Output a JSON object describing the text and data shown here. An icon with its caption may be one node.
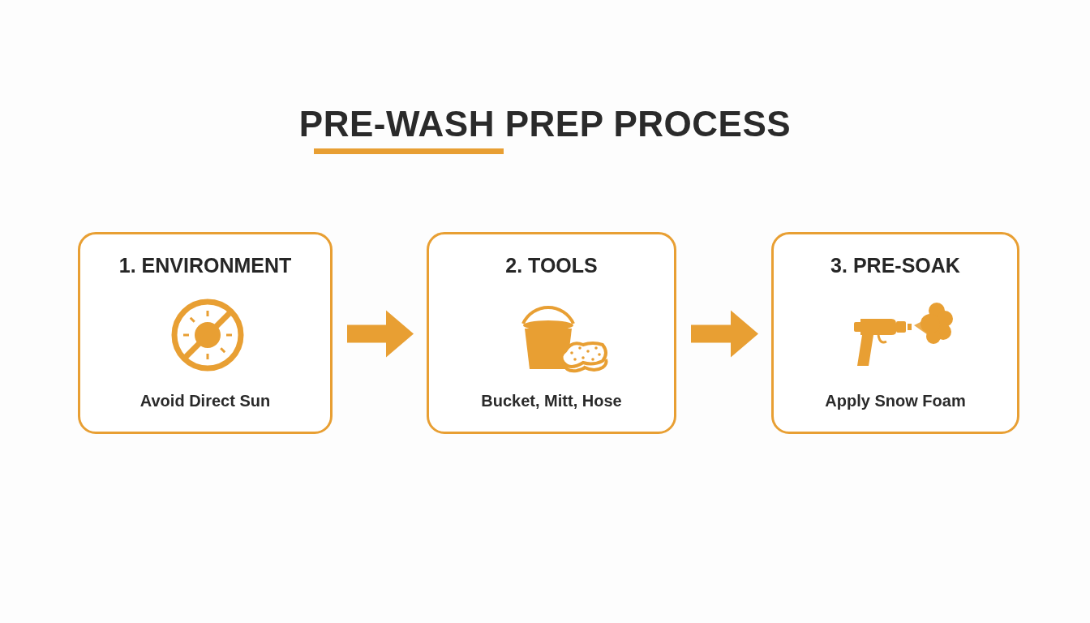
{
  "diagram": {
    "title": "PRE-WASH PREP PROCESS",
    "nodes": [
      {
        "text": [
          "1. ENVIRONMENT",
          "Avoid Direct Sun"
        ]
      },
      {
        "text": [
          "2. TOOLS",
          "Bucket, Mitt, Hose"
        ]
      },
      {
        "text": [
          "3. PRE-SOAK",
          "Apply Snow Foam"
        ]
      }
    ],
    "edges": [
      {
        "from": 0,
        "to": 1,
        "arrow": "to"
      },
      {
        "from": 1,
        "to": 2,
        "arrow": "to"
      }
    ]
  }
}
